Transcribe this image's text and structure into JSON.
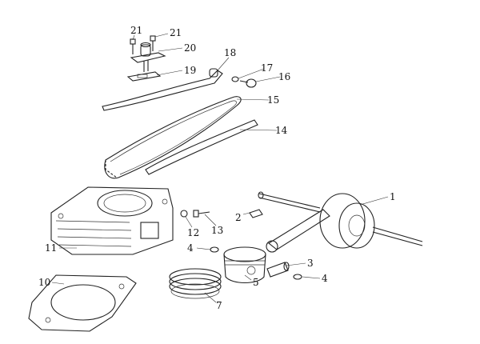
{
  "diagram": {
    "title": "Cylinder / crankshaft exploded parts diagram",
    "callouts": [
      {
        "id": "callout-21a",
        "number": "21"
      },
      {
        "id": "callout-21b",
        "number": "21"
      },
      {
        "id": "callout-20",
        "number": "20"
      },
      {
        "id": "callout-19",
        "number": "19"
      },
      {
        "id": "callout-18",
        "number": "18"
      },
      {
        "id": "callout-17",
        "number": "17"
      },
      {
        "id": "callout-16",
        "number": "16"
      },
      {
        "id": "callout-15",
        "number": "15"
      },
      {
        "id": "callout-14",
        "number": "14"
      },
      {
        "id": "callout-1",
        "number": "1"
      },
      {
        "id": "callout-2",
        "number": "2"
      },
      {
        "id": "callout-12",
        "number": "12"
      },
      {
        "id": "callout-13",
        "number": "13"
      },
      {
        "id": "callout-11",
        "number": "11"
      },
      {
        "id": "callout-4a",
        "number": "4"
      },
      {
        "id": "callout-3",
        "number": "3"
      },
      {
        "id": "callout-4b",
        "number": "4"
      },
      {
        "id": "callout-5",
        "number": "5"
      },
      {
        "id": "callout-10",
        "number": "10"
      },
      {
        "id": "callout-7",
        "number": "7"
      }
    ]
  }
}
